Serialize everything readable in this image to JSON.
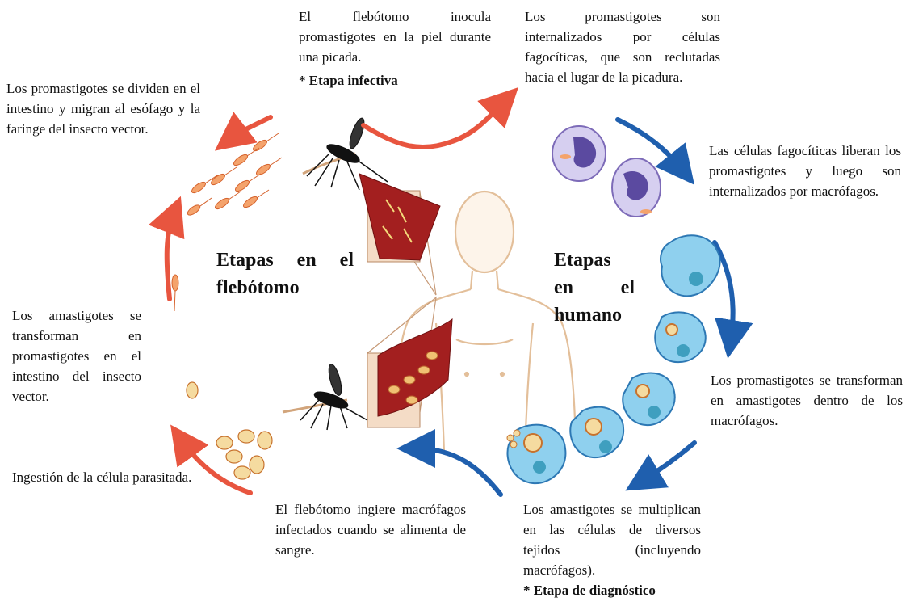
{
  "texts": {
    "inoculation": "El flebótomo inocula promastigotes en la piel durante una picada.",
    "infective_stage": "* Etapa infectiva",
    "internalized": "Los promastigotes son internalizados por células fagocíticas, que son reclutadas hacia el lugar de la picadura.",
    "release": "Las células fagocíticas liberan los promastigotes y luego son internalizados por macrófagos.",
    "transform_human": "Los promastigotes se transforman en amastigotes dentro de los macrófagos.",
    "multiply": "Los amastigotes se multiplican en las células de diversos tejidos (incluyendo macrófagos).",
    "diagnostic_stage": "* Etapa de diagnóstico",
    "sandfly_ingests": "El flebótomo ingiere macrófagos infectados cuando se alimenta de sangre.",
    "ingestion": "Ingestión de la célula parasitada.",
    "transform_vector": "Los amastigotes se transforman en promastigotes en el intestino del insecto vector.",
    "divide": "Los promastigotes se dividen en el intestino y migran al esófago y la faringe del insecto vector."
  },
  "stages": {
    "sandfly": "Etapas en el flebótomo",
    "human": "Etapas en el humano"
  },
  "colors": {
    "sandfly_arrow": "#e8553f",
    "human_arrow": "#1f5fae",
    "macrophage": "#8fd0ee",
    "phagocyte": "#b7aee0",
    "blood": "#a31f1f"
  },
  "icons": [
    "mosquito-icon",
    "human-body-icon",
    "macrophage-icon",
    "promastigote-icon",
    "amastigote-icon"
  ]
}
